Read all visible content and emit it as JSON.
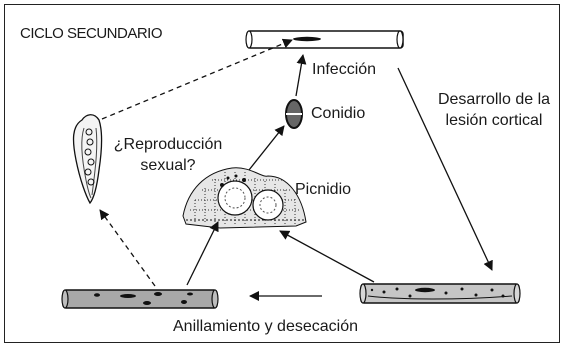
{
  "diagram": {
    "title": "CICLO SECUNDARIO",
    "labels": {
      "infeccion": "Infección",
      "conidio": "Conidio",
      "desarrollo_line1": "Desarrollo de la",
      "desarrollo_line2": "lesión cortical",
      "reproduccion_line1": "¿Reproducción",
      "reproduccion_line2": "sexual?",
      "picnidio": "Picnidio",
      "anillamiento": "Anillamiento y desecación"
    }
  }
}
